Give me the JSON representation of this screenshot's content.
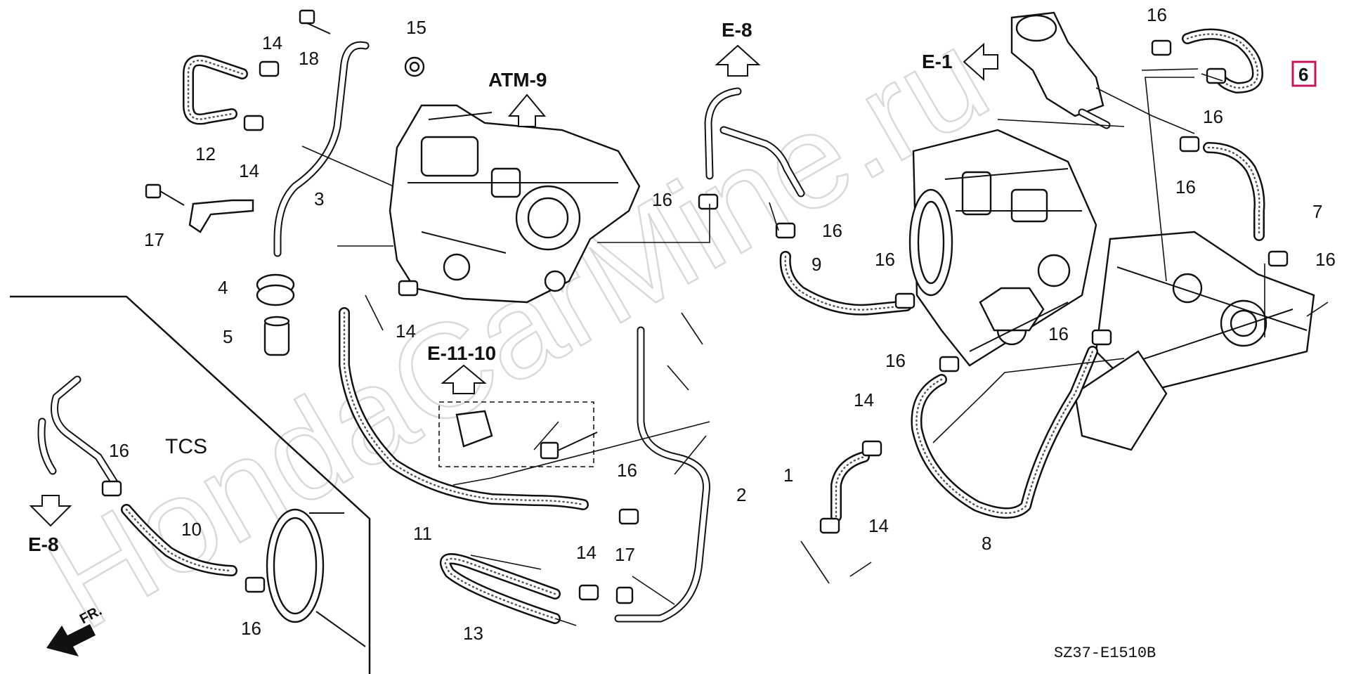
{
  "diagram_code": "SZ37-E1510B",
  "watermark": "HondaCarMine.ru",
  "section_label": "TCS",
  "front_label": "FR.",
  "refs": {
    "atm9": "ATM-9",
    "e8_top": "E-8",
    "e1": "E-1",
    "e1110": "E-11-10",
    "e8_left": "E-8"
  },
  "highlighted_callout": "6",
  "callouts": {
    "c1": "1",
    "c2": "2",
    "c3": "3",
    "c4": "4",
    "c5": "5",
    "c7": "7",
    "c8": "8",
    "c9": "9",
    "c10": "10",
    "c11": "11",
    "c12": "12",
    "c13": "13",
    "c14a": "14",
    "c14b": "14",
    "c14c": "14",
    "c14d": "14",
    "c14e": "14",
    "c14f": "14",
    "c15": "15",
    "c16a": "16",
    "c16b": "16",
    "c16c": "16",
    "c16d": "16",
    "c16e": "16",
    "c16f": "16",
    "c16g": "16",
    "c16h": "16",
    "c16i": "16",
    "c16j": "16",
    "c16k": "16",
    "c16l": "16",
    "c17a": "17",
    "c17b": "17",
    "c18": "18"
  }
}
